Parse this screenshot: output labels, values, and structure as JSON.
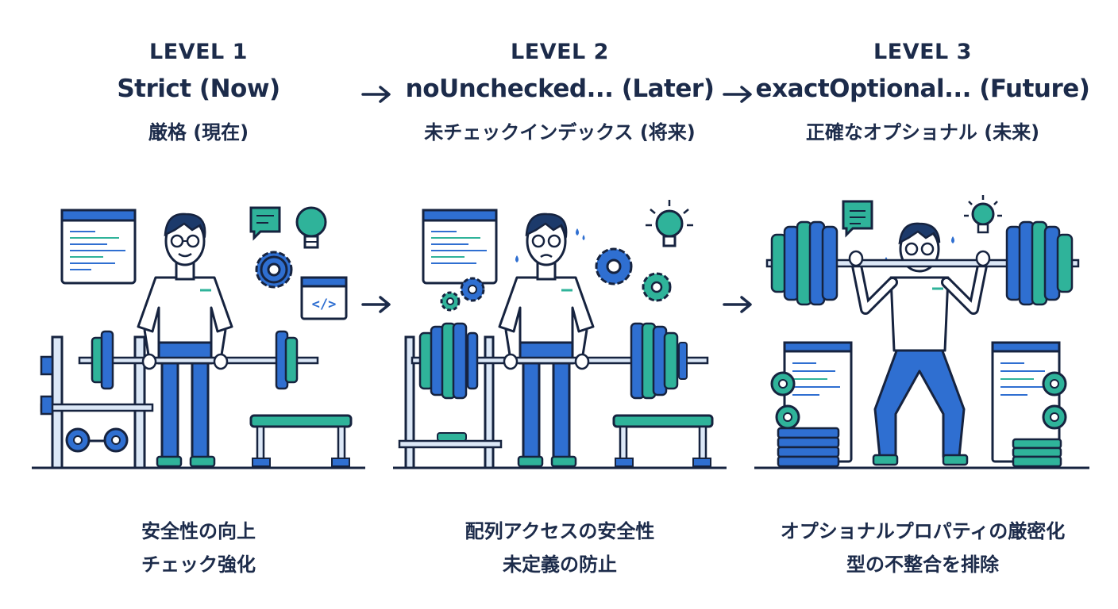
{
  "levels": [
    {
      "level": "LEVEL 1",
      "name": "Strict (Now)",
      "name_jp": "厳格 (現在)",
      "desc_line1": "安全性の向上",
      "desc_line2": "チェック強化"
    },
    {
      "level": "LEVEL 2",
      "name": "noUnchecked... (Later)",
      "name_jp": "未チェックインデックス (将来)",
      "desc_line1": "配列アクセスの安全性",
      "desc_line2": "未定義の防止"
    },
    {
      "level": "LEVEL 3",
      "name": "exactOptional... (Future)",
      "name_jp": "正確なオプショナル (未来)",
      "desc_line1": "オプショナルプロパティの厳密化",
      "desc_line2": "型の不整合を排除"
    }
  ],
  "icons": {
    "code_window": "code-window-icon",
    "gear": "gear-icon",
    "lightbulb": "lightbulb-icon",
    "chat": "chat-bubble-icon",
    "arrow": "arrow-right-icon"
  },
  "colors": {
    "navy": "#1c2b4a",
    "blue": "#2f6fd1",
    "teal": "#2fb39a",
    "light_blue": "#dce8f7",
    "outline": "#16233f"
  }
}
